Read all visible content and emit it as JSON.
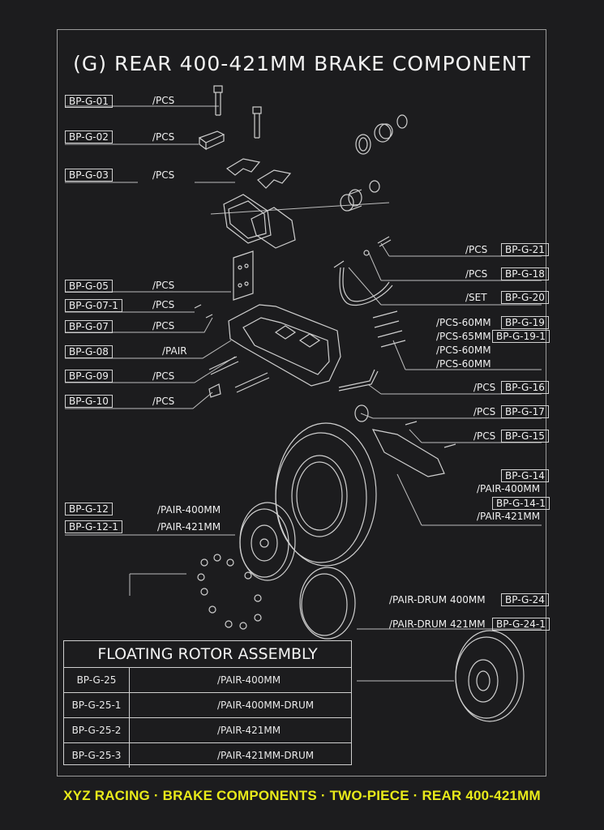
{
  "title": "(G) REAR  400-421MM  BRAKE  COMPONENT",
  "accent_color": "#e8ea1a",
  "left_parts": [
    {
      "code": "BP-G-01",
      "qty": "/PCS"
    },
    {
      "code": "BP-G-02",
      "qty": "/PCS"
    },
    {
      "code": "BP-G-03",
      "qty": "/PCS"
    },
    {
      "code": "BP-G-05",
      "qty": "/PCS"
    },
    {
      "code": "BP-G-07-1",
      "qty": "/PCS"
    },
    {
      "code": "BP-G-07",
      "qty": "/PCS"
    },
    {
      "code": "BP-G-08",
      "qty": "/PAIR"
    },
    {
      "code": "BP-G-09",
      "qty": "/PCS"
    },
    {
      "code": "BP-G-10",
      "qty": "/PCS"
    },
    {
      "code": "BP-G-12",
      "qty": "/PAIR-400MM"
    },
    {
      "code": "BP-G-12-1",
      "qty": "/PAIR-421MM"
    }
  ],
  "right_parts": [
    {
      "code": "BP-G-21",
      "qty": "/PCS"
    },
    {
      "code": "BP-G-18",
      "qty": "/PCS"
    },
    {
      "code": "BP-G-20",
      "qty": "/SET"
    },
    {
      "code": "BP-G-19",
      "qty": "/PCS-60MM"
    },
    {
      "code": "BP-G-19-1",
      "qty": "/PCS-65MM"
    },
    {
      "code": "",
      "qty": "/PCS-60MM"
    },
    {
      "code": "",
      "qty": "/PCS-60MM"
    },
    {
      "code": "BP-G-16",
      "qty": "/PCS"
    },
    {
      "code": "BP-G-17",
      "qty": "/PCS"
    },
    {
      "code": "BP-G-15",
      "qty": "/PCS"
    },
    {
      "code": "BP-G-14",
      "qty": "/PAIR-400MM"
    },
    {
      "code": "BP-G-14-1",
      "qty": "/PAIR-421MM"
    },
    {
      "code": "BP-G-24",
      "qty": "/PAIR-DRUM 400MM"
    },
    {
      "code": "BP-G-24-1",
      "qty": "/PAIR-DRUM 421MM"
    }
  ],
  "assembly": {
    "title": "FLOATING ROTOR ASSEMBLY",
    "rows": [
      {
        "code": "BP-G-25",
        "qty": "/PAIR-400MM"
      },
      {
        "code": "BP-G-25-1",
        "qty": "/PAIR-400MM-DRUM"
      },
      {
        "code": "BP-G-25-2",
        "qty": "/PAIR-421MM"
      },
      {
        "code": "BP-G-25-3",
        "qty": "/PAIR-421MM-DRUM"
      }
    ]
  },
  "footer": "XYZ RACING · BRAKE COMPONENTS · TWO-PIECE · REAR 400-421MM"
}
